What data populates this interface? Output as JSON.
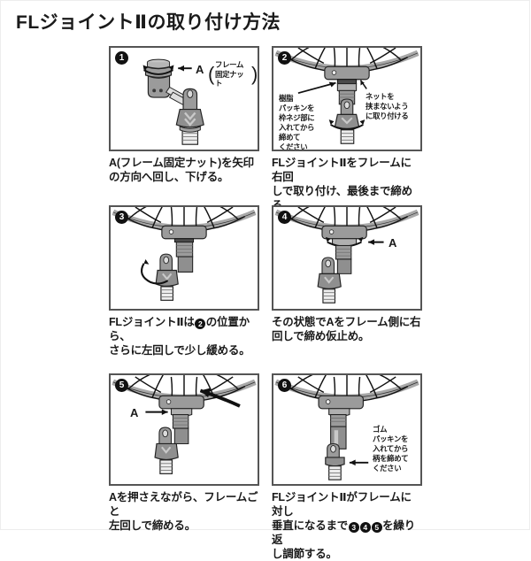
{
  "page": {
    "title": "FLジョイントⅡの取り付け方法",
    "border_color": "#ededed",
    "ink_color": "#1a1a1a",
    "part_fill": "#9b9b9b",
    "part_fill_light": "#c4c4c4",
    "frame_fill": "#a8a8a8"
  },
  "panels": [
    {
      "number": "1",
      "badge": "❶",
      "caption_lines": [
        "A(フレーム固定ナット)を矢印",
        "の方向へ回し、下げる。"
      ],
      "labels": {
        "a": "A"
      },
      "paren_note_lines": [
        "フレーム",
        "固定ナット"
      ]
    },
    {
      "number": "2",
      "badge": "❷",
      "caption_lines": [
        "FLジョイントⅡをフレームに右回",
        "しで取り付け、最後まで締める。"
      ],
      "note_left_lines": [
        "樹脂",
        "パッキンを",
        "枠ネジ部に",
        "入れてから",
        "締めて",
        "ください"
      ],
      "note_right_lines": [
        "ネットを",
        "挟まないよう",
        "に取り付ける"
      ]
    },
    {
      "number": "3",
      "badge": "❸",
      "caption_lines_pre": "FLジョイントⅡは",
      "caption_badge": "2",
      "caption_lines_post": "の位置から、",
      "caption_line2": "さらに左回しで少し緩める。"
    },
    {
      "number": "4",
      "badge": "❹",
      "caption_lines": [
        "その状態でAをフレーム側に右",
        "回しで締め仮止め。"
      ],
      "labels": {
        "a": "A"
      }
    },
    {
      "number": "5",
      "badge": "❺",
      "caption_lines": [
        "Aを押さえながら、フレームごと",
        "左回しで締める。"
      ],
      "labels": {
        "a": "A"
      }
    },
    {
      "number": "6",
      "badge": "❻",
      "caption_line1": "FLジョイントⅡがフレームに対し",
      "caption_line2_pre": "垂直になるまで",
      "caption_badges": [
        "3",
        "4",
        "5"
      ],
      "caption_line2_post": "を繰り返",
      "caption_line3": "し調節する。",
      "note_right_lines": [
        "ゴム",
        "パッキンを",
        "入れてから",
        "柄を締めて",
        "ください"
      ]
    }
  ]
}
